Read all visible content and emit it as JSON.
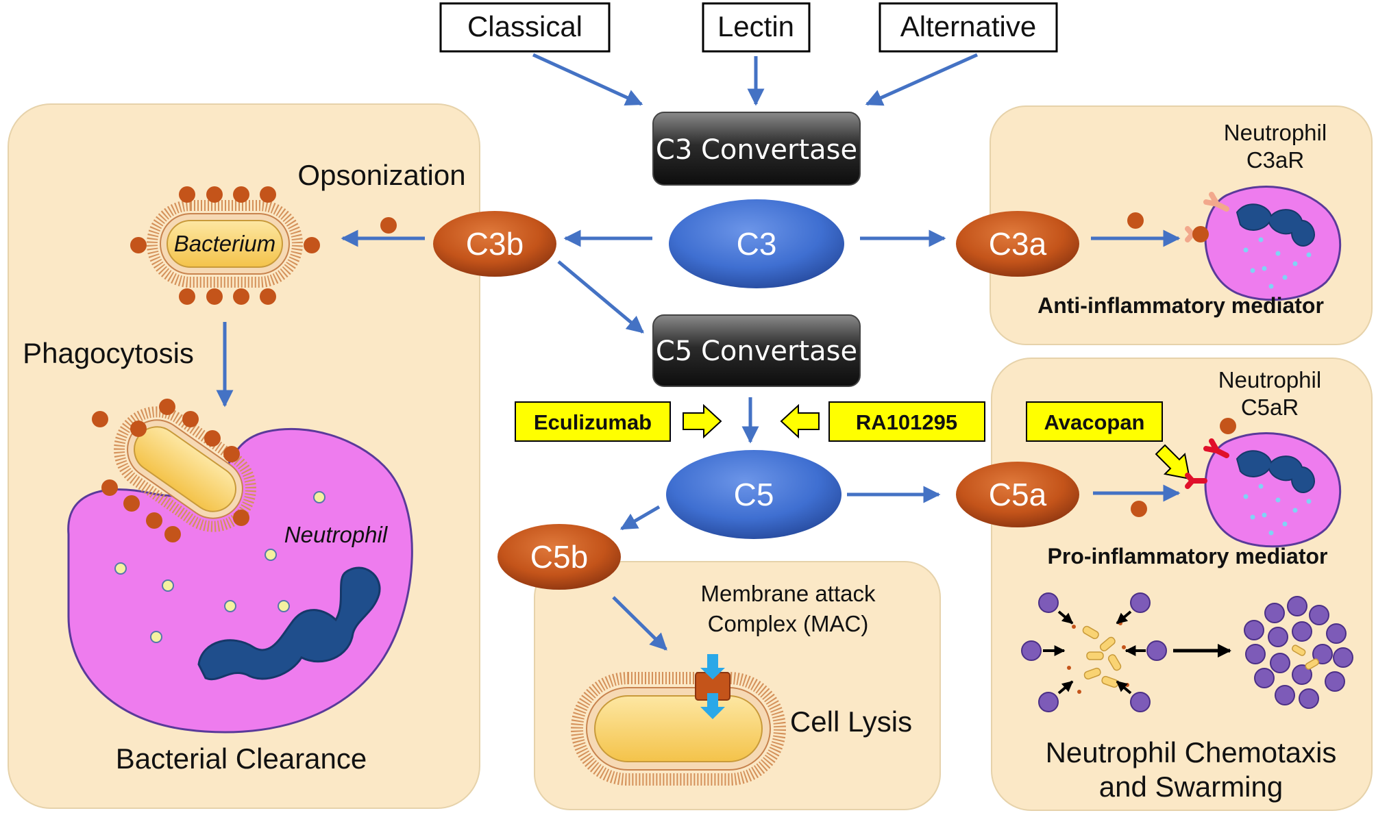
{
  "pathways": {
    "classical": "Classical",
    "lectin": "Lectin",
    "alternative": "Alternative"
  },
  "convertases": {
    "c3": "C3 Convertase",
    "c5": "C5 Convertase"
  },
  "components": {
    "c3": "C3",
    "c3a": "C3a",
    "c3b": "C3b",
    "c5": "C5",
    "c5a": "C5a",
    "c5b": "C5b"
  },
  "inhibitors": {
    "eculizumab": "Eculizumab",
    "ra101295": "RA101295",
    "avacopan": "Avacopan"
  },
  "left_panel": {
    "opsonization": "Opsonization",
    "bacterium": "Bacterium",
    "phagocytosis": "Phagocytosis",
    "neutrophil": "Neutrophil",
    "footer": "Bacterial Clearance"
  },
  "c3a_panel": {
    "cell_line1": "Neutrophil",
    "cell_line2": "C3aR",
    "footer": "Anti-inflammatory mediator"
  },
  "c5a_panel": {
    "cell_line1": "Neutrophil",
    "cell_line2": "C5aR",
    "mediator": "Pro-inflammatory mediator",
    "footer_line1": "Neutrophil Chemotaxis",
    "footer_line2": "and Swarming"
  },
  "mac_panel": {
    "title_line1": "Membrane attack",
    "title_line2": "Complex (MAC)",
    "lysis": "Cell Lysis"
  },
  "colors": {
    "panel_fill": "#fbe8c6",
    "oval_blue": "#3f6fd1",
    "oval_orange": "#c4541a",
    "arrow_blue": "#4472c4",
    "drug_yellow": "#ffff00",
    "neutrophil_pink": "#ee7cee",
    "nucleus_blue": "#1f4e8c",
    "bacterium_yellow": "#fcd66a"
  }
}
